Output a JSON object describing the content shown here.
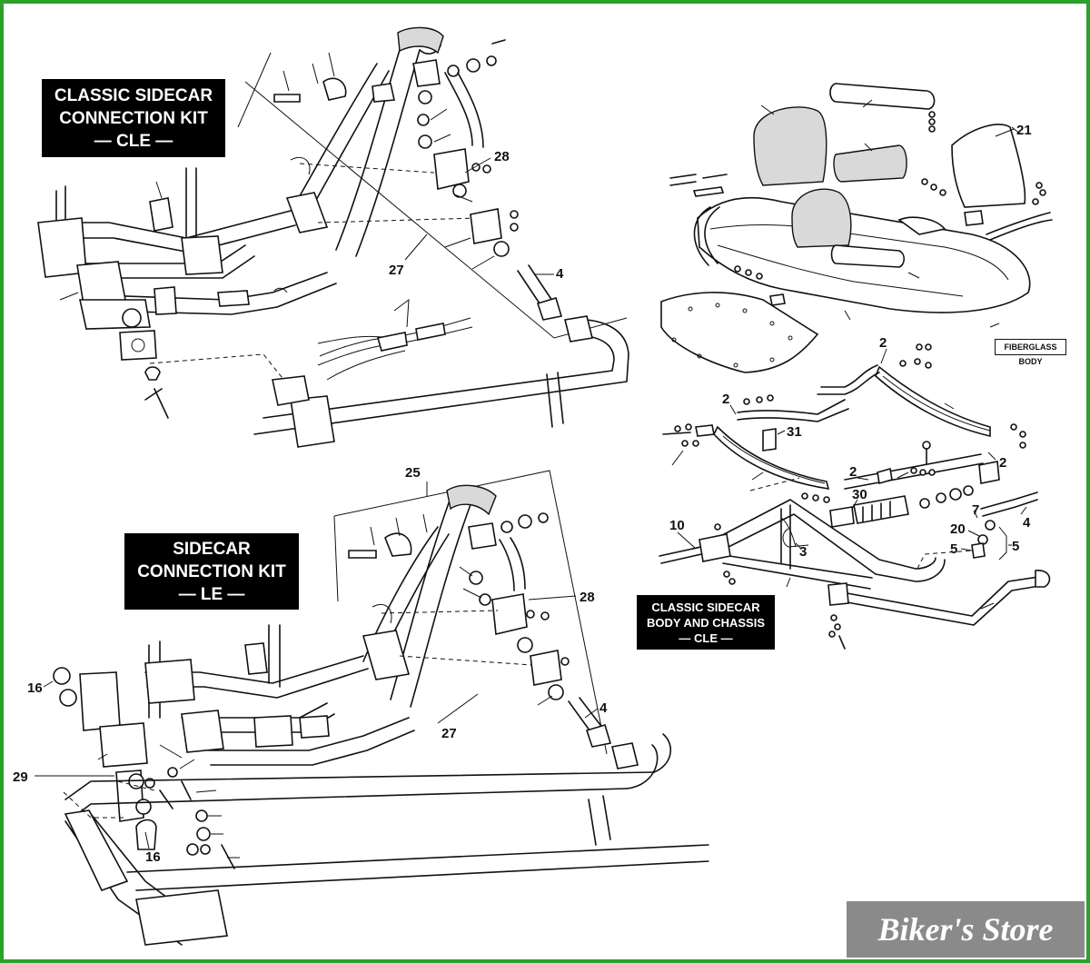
{
  "labels": {
    "cle_connection_kit": [
      "CLASSIC SIDECAR",
      "CONNECTION KIT",
      "— CLE —"
    ],
    "le_connection_kit": [
      "SIDECAR",
      "CONNECTION KIT",
      "— LE —"
    ],
    "body_chassis": [
      "CLASSIC SIDECAR",
      "BODY AND CHASSIS",
      "— CLE —"
    ],
    "fiberglass_body": "FIBERGLASS BODY"
  },
  "watermark": "Biker's Store",
  "callouts": {
    "cle_28": "28",
    "cle_27": "27",
    "cle_4": "4",
    "le_25": "25",
    "le_28": "28",
    "le_4": "4",
    "le_27": "27",
    "le_16a": "16",
    "le_29": "29",
    "le_16b": "16",
    "body_21": "21",
    "ch_2a": "2",
    "ch_2b": "2",
    "ch_2c": "2",
    "ch_2d": "2",
    "ch_31": "31",
    "ch_30": "30",
    "ch_10": "10",
    "ch_3": "3",
    "ch_7": "7",
    "ch_20": "20",
    "ch_5a": "5",
    "ch_5b": "5",
    "ch_4": "4"
  },
  "colors": {
    "frame": "#2ca02c",
    "label_bg": "#000000",
    "badge_bg": "#8a8a8a"
  }
}
